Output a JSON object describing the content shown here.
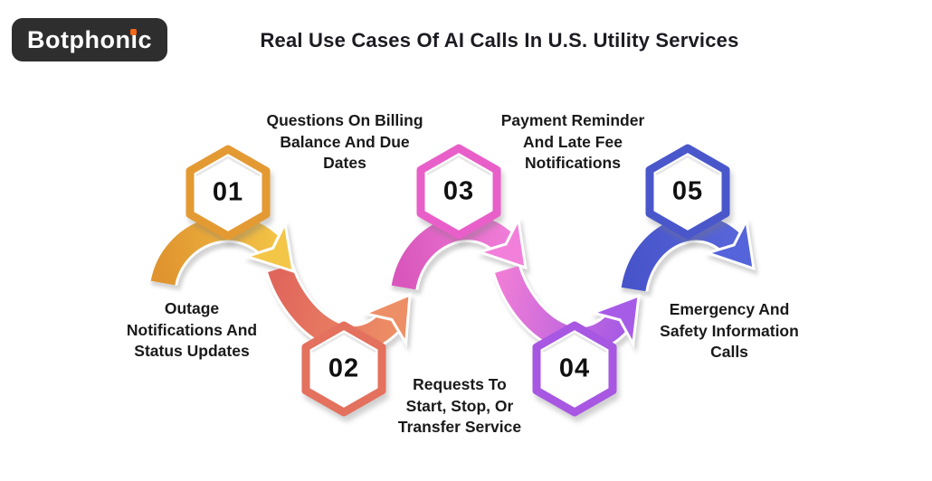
{
  "logo": {
    "text": "Botphonic",
    "bg_color": "#2E2E2E",
    "text_color": "#FFFFFF",
    "i_dot_color": "#F2691B"
  },
  "header": {
    "title": "Real Use Cases Of AI Calls In U.S. Utility Services"
  },
  "steps": [
    {
      "number": "01",
      "label": "Outage\nNotifications And\nStatus Updates",
      "accent_color": "#EFB03C",
      "hex_position": "top-row",
      "label_position": "below"
    },
    {
      "number": "02",
      "label": "Questions On Billing\nBalance And Due\nDates",
      "accent_color": "#E8806C",
      "hex_position": "bottom-row",
      "label_position": "above"
    },
    {
      "number": "03",
      "label": "Requests To\nStart, Stop, Or\nTransfer Service",
      "accent_color": "#EE6FD0",
      "hex_position": "top-row",
      "label_position": "below"
    },
    {
      "number": "04",
      "label": "Payment Reminder\nAnd Late Fee\nNotifications",
      "accent_color": "#A75CE6",
      "hex_position": "bottom-row",
      "label_position": "above"
    },
    {
      "number": "05",
      "label": "Emergency And\nSafety Information\nCalls",
      "accent_color": "#5060D6",
      "hex_position": "top-row",
      "label_position": "below"
    }
  ],
  "flow_colors": {
    "arrow_1_gradient": [
      "#E0942F",
      "#F6CA4A"
    ],
    "arrow_2_gradient": [
      "#E0665C",
      "#EE9166"
    ],
    "arrow_3_gradient": [
      "#D957BC",
      "#F282DC"
    ],
    "arrow_4_gradient": [
      "#EE7CD6",
      "#A158E5"
    ],
    "arrow_5_gradient": [
      "#4754CA",
      "#5A68DC"
    ]
  }
}
